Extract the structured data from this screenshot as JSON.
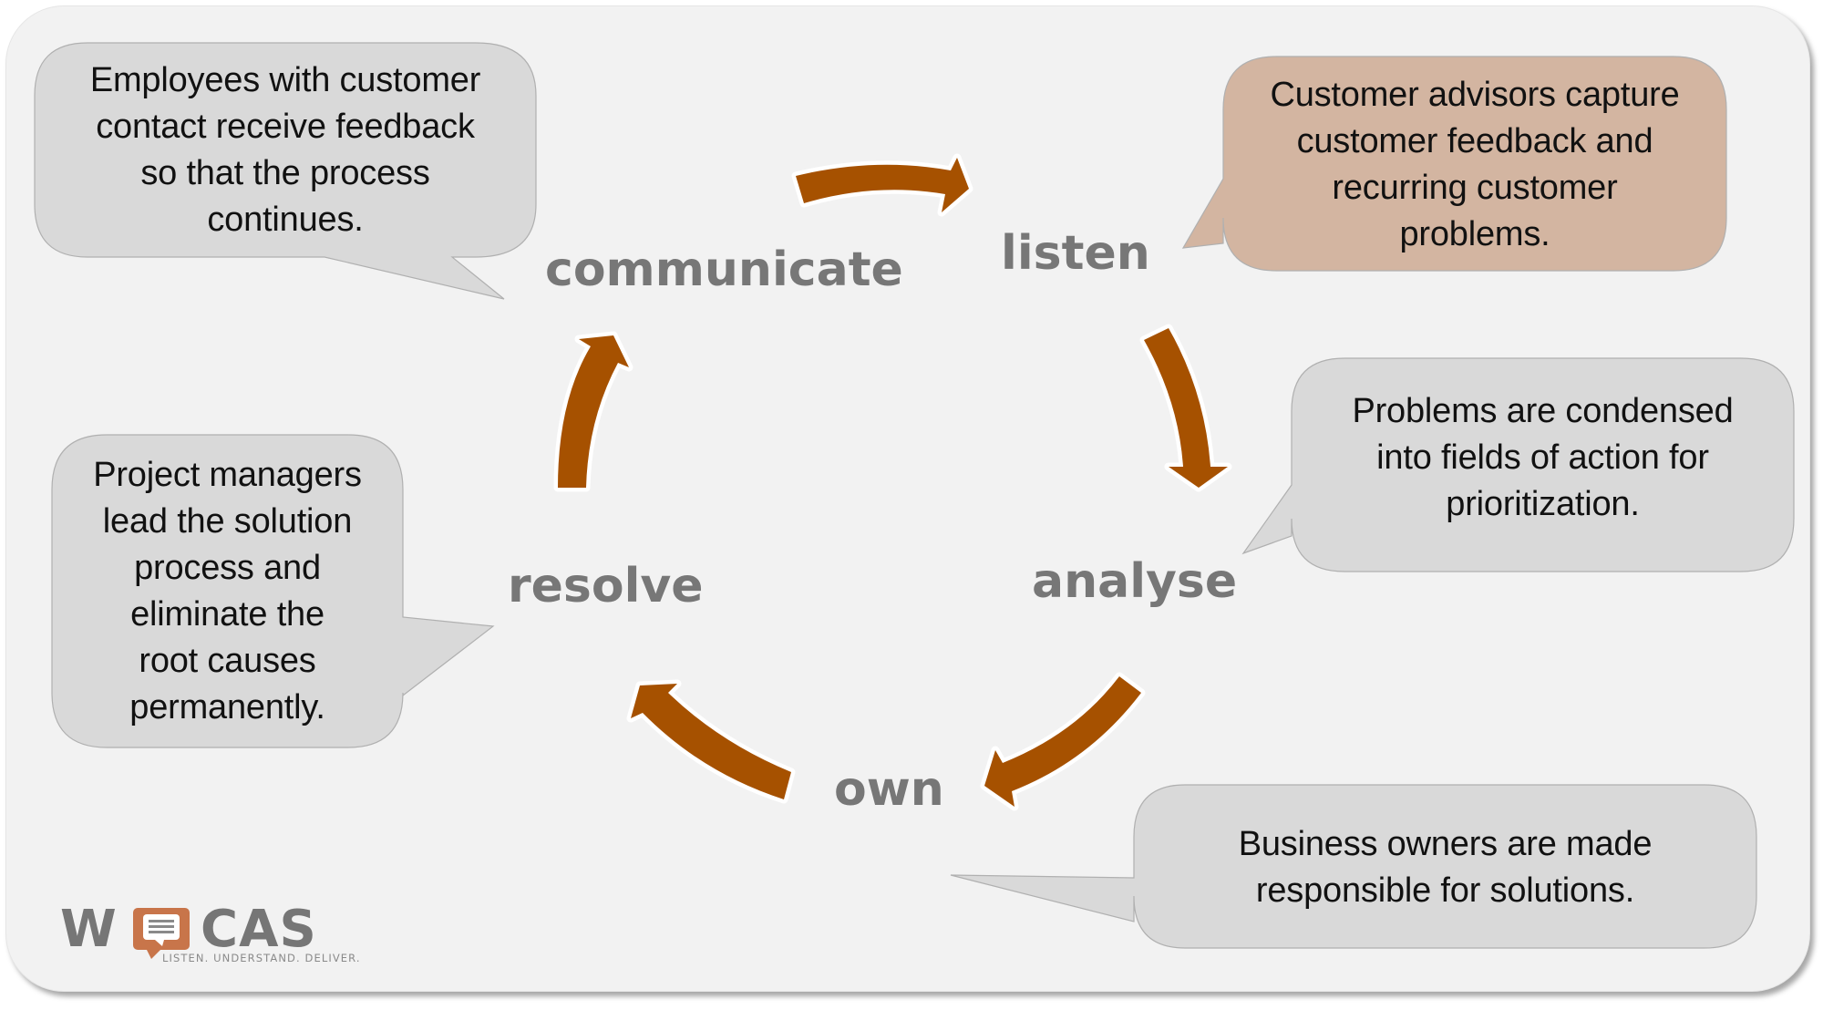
{
  "diagram": {
    "title": "Customer feedback cycle",
    "steps": [
      {
        "id": "listen",
        "label": "listen",
        "description": "Customer advisors capture customer feedback and recurring customer problems.",
        "lines": [
          "Customer advisors capture",
          "customer feedback and",
          "recurring customer",
          "problems."
        ],
        "highlighted": true
      },
      {
        "id": "analyse",
        "label": "analyse",
        "description": "Problems are condensed into fields of action for prioritization.",
        "lines": [
          "Problems are condensed",
          "into fields of action for",
          "prioritization."
        ],
        "highlighted": false
      },
      {
        "id": "own",
        "label": "own",
        "description": "Business owners are made responsible for solutions.",
        "lines": [
          "Business owners are made",
          "responsible for solutions."
        ],
        "highlighted": false
      },
      {
        "id": "resolve",
        "label": "resolve",
        "description": "Project managers lead the solution process and eliminate the root causes permanently.",
        "lines": [
          "Project managers",
          "lead the solution",
          "process and",
          "eliminate the",
          "root causes",
          "permanently."
        ],
        "highlighted": false
      },
      {
        "id": "communicate",
        "label": "communicate",
        "description": "Employees with customer contact receive feedback so that the process continues.",
        "lines": [
          "Employees with customer",
          "contact receive feedback",
          "so that the process",
          "continues."
        ],
        "highlighted": false
      }
    ],
    "flow": [
      {
        "from": "communicate",
        "to": "listen"
      },
      {
        "from": "listen",
        "to": "analyse"
      },
      {
        "from": "analyse",
        "to": "own"
      },
      {
        "from": "own",
        "to": "resolve"
      },
      {
        "from": "resolve",
        "to": "communicate"
      }
    ]
  },
  "logo": {
    "letters_left": "W",
    "letters_right": "CAS",
    "icon": "speech-bubble-icon",
    "tagline": "LISTEN. UNDERSTAND. DELIVER."
  },
  "colors": {
    "arrow": "#a65100",
    "arrow_outline": "#ffffff",
    "step_label": "#777777",
    "bubble_default": "#d9d9d9",
    "bubble_highlight": "#d3b5a1",
    "bubble_border": "#b0b0b0",
    "logo_gray": "#767676",
    "logo_orange": "#c8754a",
    "background": "#f2f2f2"
  }
}
